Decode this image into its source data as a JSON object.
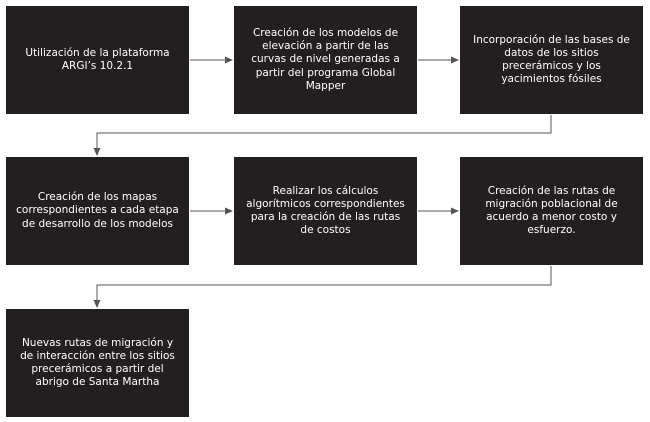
{
  "flow": {
    "steps": [
      "Utilización de la plataforma ARGI’s 10.2.1",
      "Creación de los modelos de elevación a partir de las curvas de nivel generadas a partir del programa Global Mapper",
      "Incorporación de las bases de datos de los sitios precerámicos y los yacimientos fósiles",
      "Creación de los mapas correspondientes a cada etapa de desarrollo de los modelos",
      "Realizar los cálculos algorítmicos correspondientes para la creación de las rutas de costos",
      "Creación de las rutas de migración poblacional de acuerdo a menor costo y esfuerzo.",
      "Nuevas rutas de migración y de interacción entre los sitios precerámicos  a partir del abrigo de Santa Martha"
    ]
  },
  "colors": {
    "box_fill": "#231f20",
    "box_text": "#ffffff",
    "connector": "#555555"
  }
}
